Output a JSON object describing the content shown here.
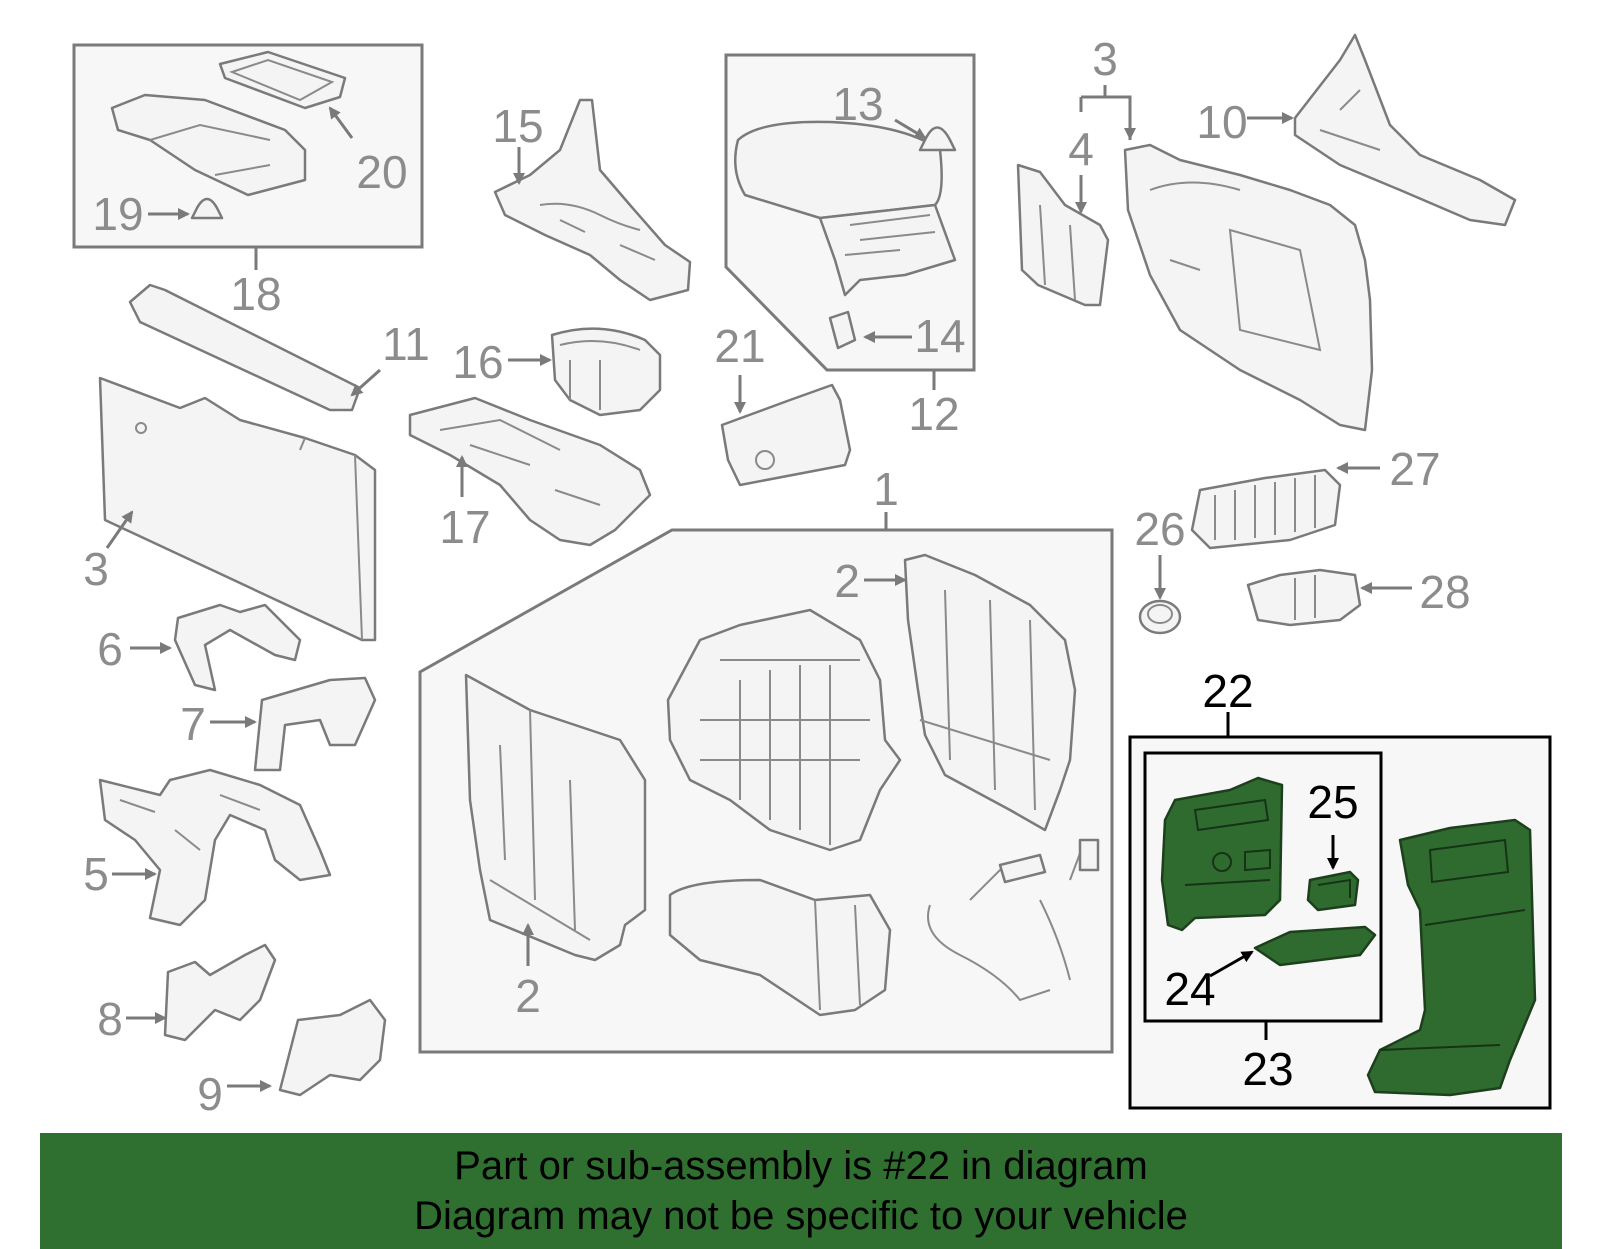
{
  "callouts": {
    "c1": "1",
    "c2a": "2",
    "c2b": "2",
    "c3a": "3",
    "c3b": "3",
    "c4": "4",
    "c5": "5",
    "c6": "6",
    "c7": "7",
    "c8": "8",
    "c9": "9",
    "c10": "10",
    "c11": "11",
    "c12": "12",
    "c13": "13",
    "c14": "14",
    "c15": "15",
    "c16": "16",
    "c17": "17",
    "c18": "18",
    "c19": "19",
    "c20": "20",
    "c21": "21",
    "c22": "22",
    "c23": "23",
    "c24": "24",
    "c25": "25",
    "c26": "26",
    "c27": "27",
    "c28": "28"
  },
  "banner": {
    "line1": "Part or sub-assembly is #22 in diagram",
    "line2": "Diagram may not be specific to your vehicle"
  },
  "colors": {
    "highlight": "#2f6b2f",
    "banner": "#2f6f2f",
    "line_gray": "#7a7a7a"
  }
}
